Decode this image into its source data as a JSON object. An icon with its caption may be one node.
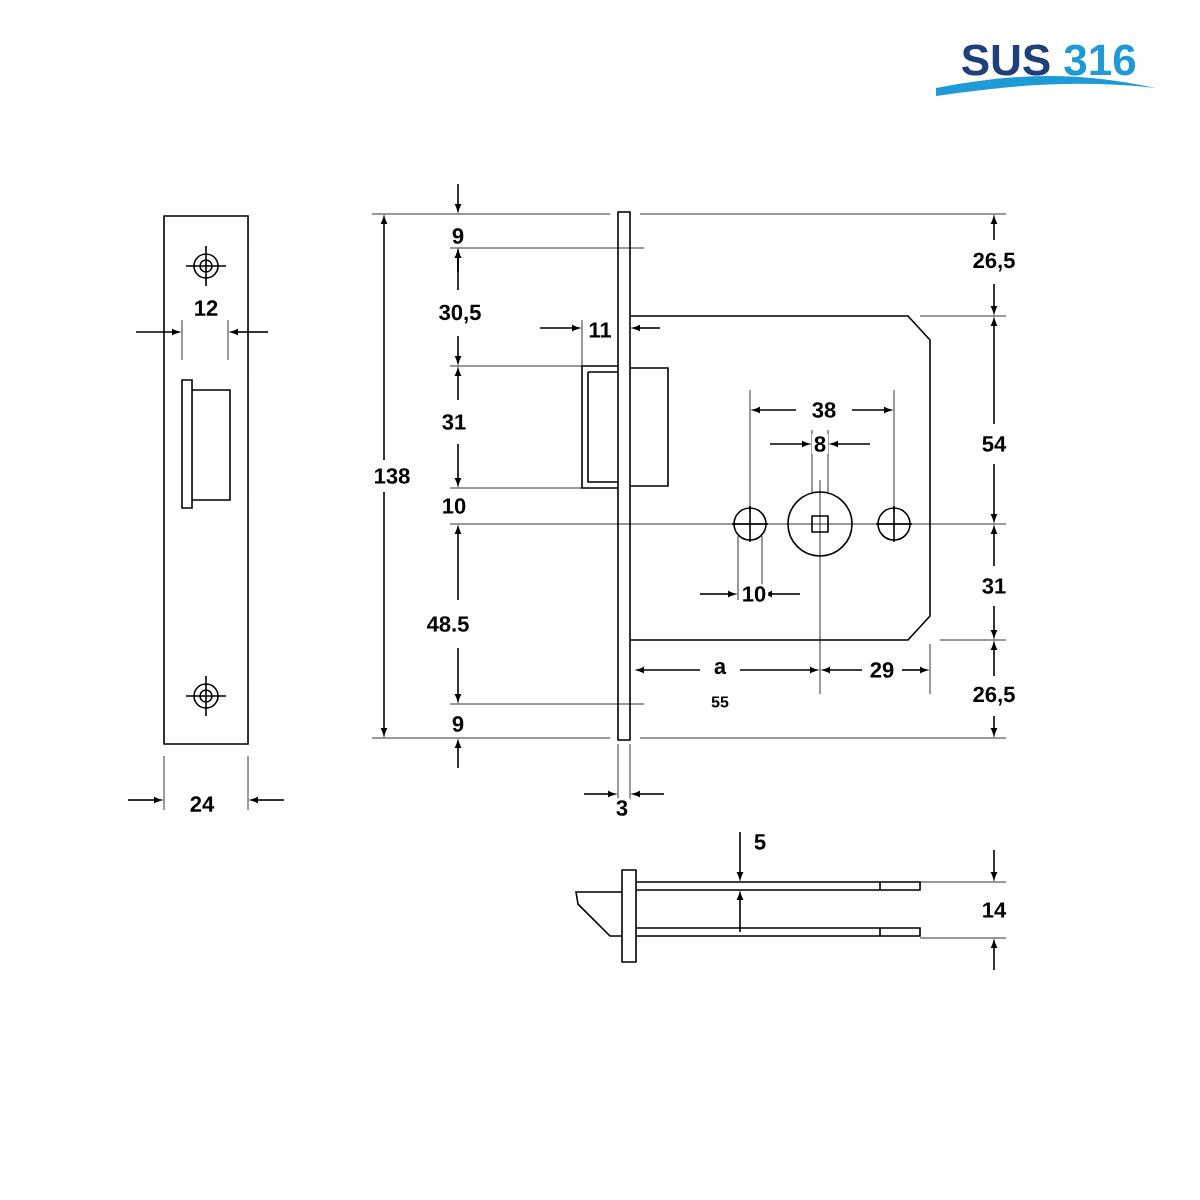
{
  "diagram": {
    "labels": [
      "SUS",
      "316",
      "9",
      "26,5",
      "12",
      "30,5",
      "11",
      "38",
      "8",
      "31",
      "54",
      "138",
      "10",
      "31",
      "10",
      "48.5",
      "a",
      "29",
      "55",
      "26,5",
      "9",
      "24",
      "3",
      "5",
      "14"
    ]
  }
}
